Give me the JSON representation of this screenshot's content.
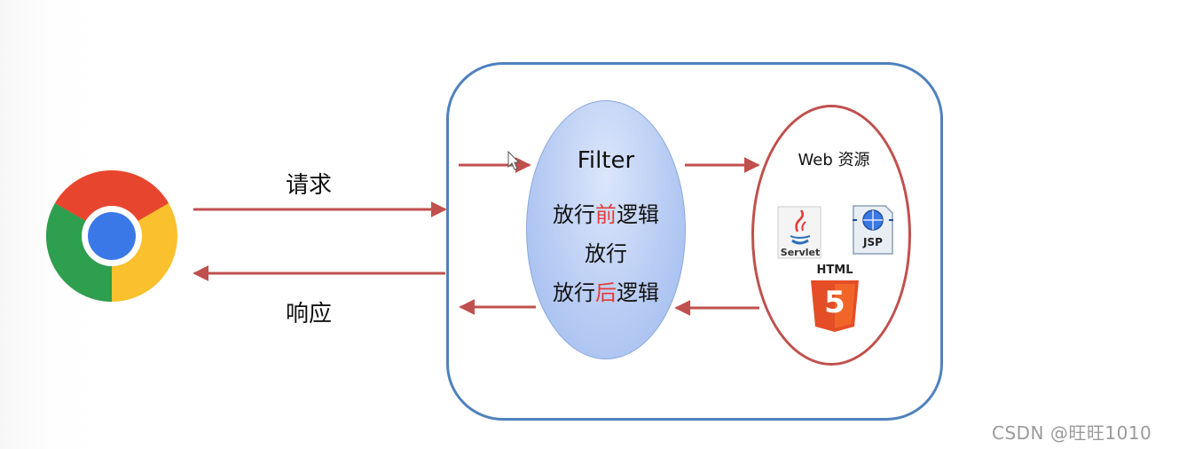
{
  "request_label": "请求",
  "response_label": "响应",
  "filter": {
    "title": "Filter",
    "line1_prefix": "放行",
    "line1_highlight": "前",
    "line1_suffix": "逻辑",
    "line2": "放行",
    "line3_prefix": "放行",
    "line3_highlight": "后",
    "line3_suffix": "逻辑"
  },
  "web_resource": {
    "label": "Web 资源",
    "servlet_label": "Servlet",
    "jsp_label": "JSP",
    "html_label": "HTML",
    "html5_digit": "5"
  },
  "watermark": "CSDN @旺旺1010",
  "icons": [
    "chrome-logo-icon",
    "java-servlet-icon",
    "jsp-icon",
    "html5-icon",
    "mouse-cursor-icon"
  ],
  "colors": {
    "arrow": "#c0504d",
    "container_border": "#4f81bd",
    "filter_fill": "#b8ccf3",
    "web_border": "#c0504d",
    "highlight_text": "#e53935",
    "html5_orange": "#e44d26"
  }
}
